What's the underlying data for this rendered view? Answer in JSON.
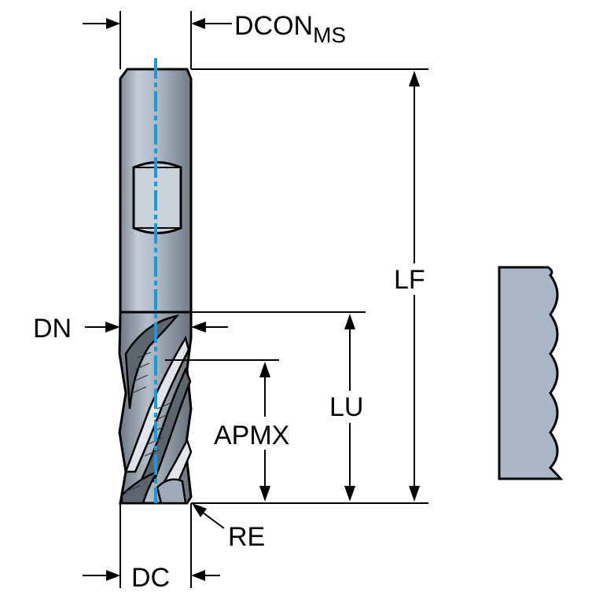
{
  "labels": {
    "dcon": "DCON",
    "dcon_sub": "MS",
    "lf": "LF",
    "dn": "DN",
    "lu": "LU",
    "apmx": "APMX",
    "re": "RE",
    "dc": "DC"
  },
  "colors": {
    "shank": "#b9c4cf",
    "flute": "#9fabb8",
    "flute_dark": "#5d6670",
    "profile": "#a9b7c8",
    "axis": "#1c9ad6",
    "line": "#000000"
  }
}
